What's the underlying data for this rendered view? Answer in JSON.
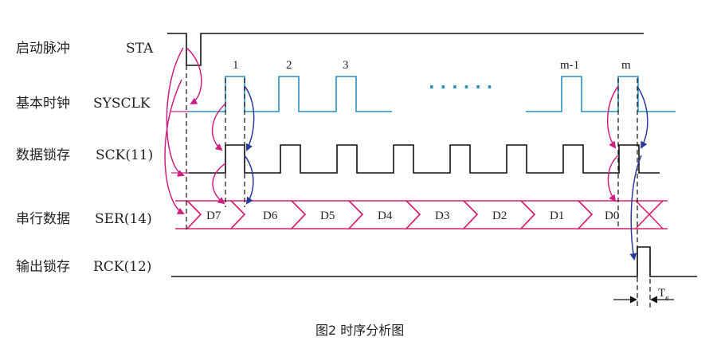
{
  "signals": [
    {
      "cn": "启动脉冲",
      "name": "STA"
    },
    {
      "cn": "基本时钟",
      "name": "SYSCLK"
    },
    {
      "cn": "数据锁存",
      "name": "SCK(11)"
    },
    {
      "cn": "串行数据",
      "name": "SER(14)"
    },
    {
      "cn": "输出锁存",
      "name": "RCK(12)"
    }
  ],
  "clock_pulse_labels": [
    "1",
    "2",
    "3",
    "m-1",
    "m"
  ],
  "ellipsis": "· · ·   · · ·",
  "data_bits": [
    "D7",
    "D6",
    "D5",
    "D4",
    "D3",
    "D2",
    "D1",
    "D0"
  ],
  "te_label": "T",
  "te_sub": "e",
  "caption": "图2   时序分析图",
  "colors": {
    "line": "#111111",
    "sysclk": "#2a8fc0",
    "data_bus": "#d6246e",
    "arrow_magenta": "#cc2080",
    "arrow_blue": "#283a9c"
  }
}
